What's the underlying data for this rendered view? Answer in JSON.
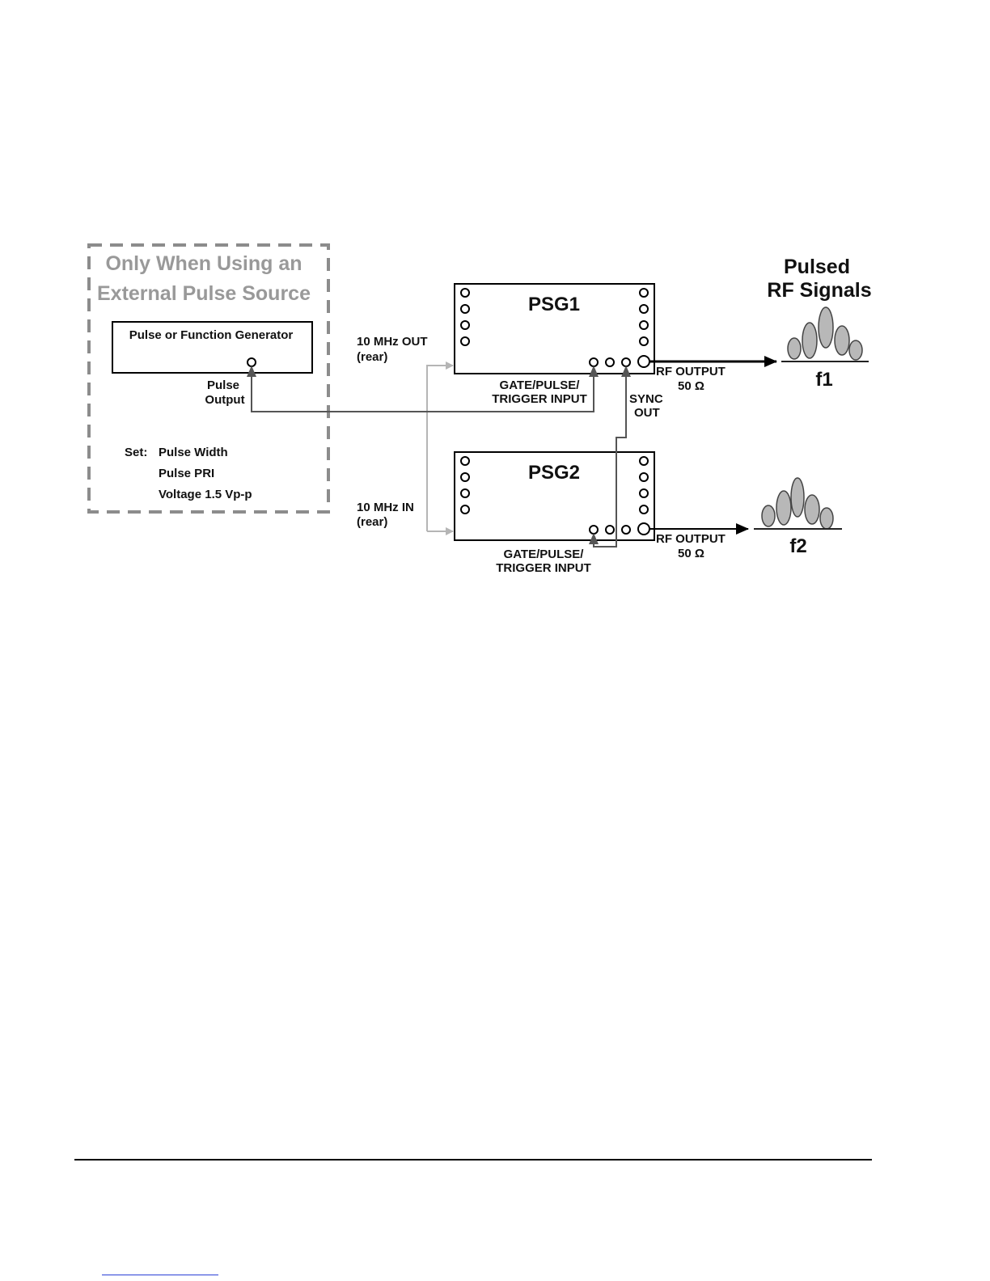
{
  "external_box": {
    "title_line1": "Only When Using an",
    "title_line2": "External Pulse Source",
    "generator_label": "Pulse or Function Generator",
    "pulse_output_line1": "Pulse",
    "pulse_output_line2": "Output",
    "set_label": "Set:",
    "set_items": [
      "Pulse Width",
      "Pulse PRI",
      "Voltage 1.5 Vp-p"
    ]
  },
  "psg1": {
    "title": "PSG1",
    "gate_line1": "GATE/PULSE/",
    "gate_line2": "TRIGGER INPUT",
    "rf_output": "RF OUTPUT",
    "impedance": "50 Ω"
  },
  "psg2": {
    "title": "PSG2",
    "gate_line1": "GATE/PULSE/",
    "gate_line2": "TRIGGER INPUT",
    "rf_output": "RF OUTPUT",
    "impedance": "50 Ω"
  },
  "ref_out_line1": "10 MHz OUT",
  "ref_out_line2": "(rear)",
  "ref_in_line1": "10 MHz IN",
  "ref_in_line2": "(rear)",
  "sync_out_line1": "SYNC",
  "sync_out_line2": "OUT",
  "pulsed_title_line1": "Pulsed",
  "pulsed_title_line2": "RF Signals",
  "signal1_label": "f1",
  "signal2_label": "f2"
}
